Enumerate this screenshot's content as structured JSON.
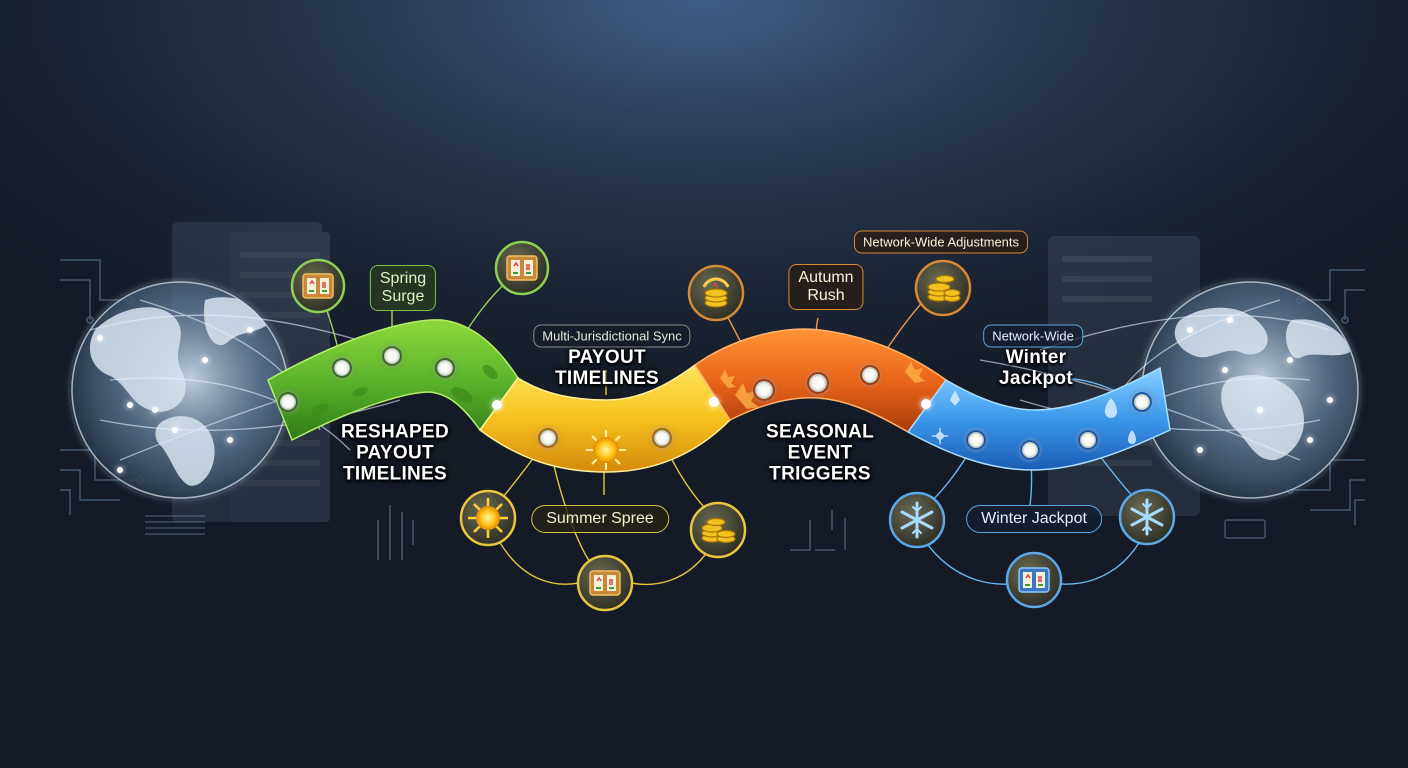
{
  "segments": [
    {
      "name": "green",
      "color_main": "#5fb82c",
      "color_light": "#9be14a"
    },
    {
      "name": "yellow",
      "color_main": "#f2b318",
      "color_light": "#ffe25a"
    },
    {
      "name": "orange",
      "color_main": "#e8661a",
      "color_light": "#ff9a3c"
    },
    {
      "name": "blue",
      "color_main": "#2f8fe6",
      "color_light": "#7cc6ff"
    }
  ],
  "labels": {
    "spring": "Spring\nSurge",
    "reshaped": "RESHAPED\nPAYOUT\nTIMELINES",
    "multi_sync": "Multi-Jurisdictional Sync",
    "payout": "PAYOUT\nTIMELINES",
    "summer": "Summer Spree",
    "autumn": "Autumn\nRush",
    "seasonal": "SEASONAL\nEVENT\nTRIGGERS",
    "network_adjust": "Network-Wide Adjustments",
    "network_wide": "Network-Wide",
    "winter_big": "Winter\nJackpot",
    "winter_pill": "Winter Jackpot"
  },
  "icons": [
    {
      "id": "slot-icon",
      "theme": "green"
    },
    {
      "id": "slot-icon",
      "theme": "green"
    },
    {
      "id": "sun-icon",
      "theme": "yellow"
    },
    {
      "id": "slot-icon",
      "theme": "yellow"
    },
    {
      "id": "coins-icon",
      "theme": "yellow"
    },
    {
      "id": "coins-icon",
      "theme": "orange"
    },
    {
      "id": "coins-icon",
      "theme": "orange"
    },
    {
      "id": "snowflake-icon",
      "theme": "blue"
    },
    {
      "id": "slot-icon",
      "theme": "blue"
    },
    {
      "id": "snowflake-icon",
      "theme": "blue"
    }
  ]
}
